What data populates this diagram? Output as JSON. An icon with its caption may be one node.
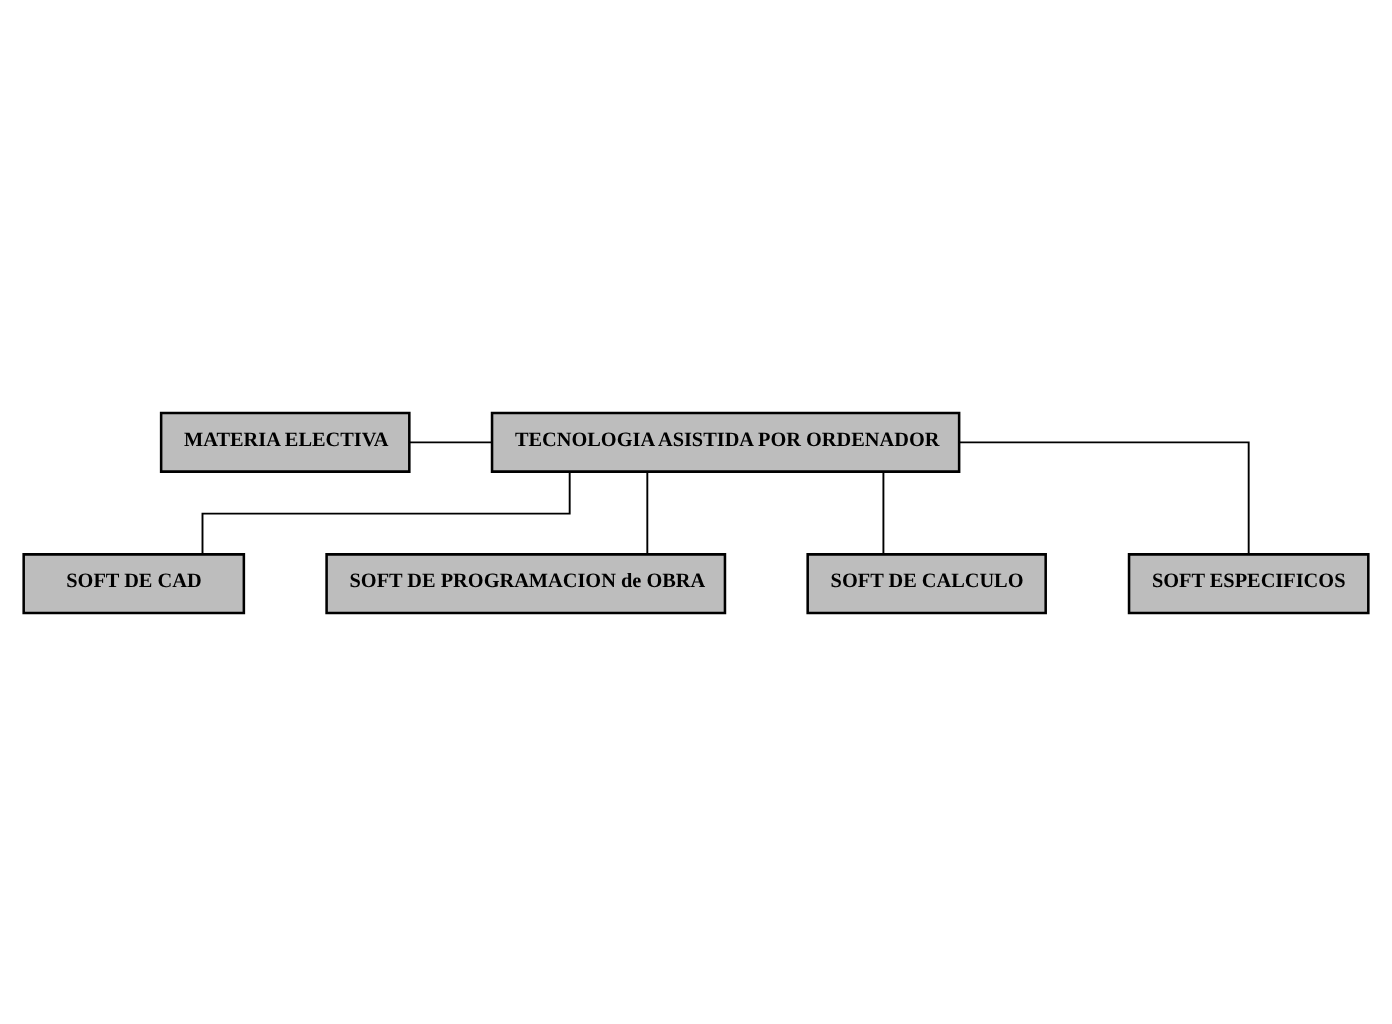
{
  "diagram": {
    "nodes": [
      {
        "text": [
          "MATERIA ELECTIVA"
        ]
      },
      {
        "text": [
          "TECNOLOGIA ASISTIDA POR ORDENADOR"
        ]
      },
      {
        "text": [
          "SOFT DE CAD"
        ]
      },
      {
        "text": [
          "SOFT DE PROGRAMACION de OBRA"
        ]
      },
      {
        "text": [
          "SOFT DE CALCULO"
        ]
      },
      {
        "text": [
          "SOFT ESPECIFICOS"
        ]
      }
    ],
    "edges": [
      {
        "from": 0,
        "to": 1,
        "arrow": "none"
      },
      {
        "from": 1,
        "to": 2,
        "arrow": "none"
      },
      {
        "from": 1,
        "to": 3,
        "arrow": "none"
      },
      {
        "from": 1,
        "to": 4,
        "arrow": "none"
      },
      {
        "from": 1,
        "to": 5,
        "arrow": "none"
      }
    ]
  }
}
